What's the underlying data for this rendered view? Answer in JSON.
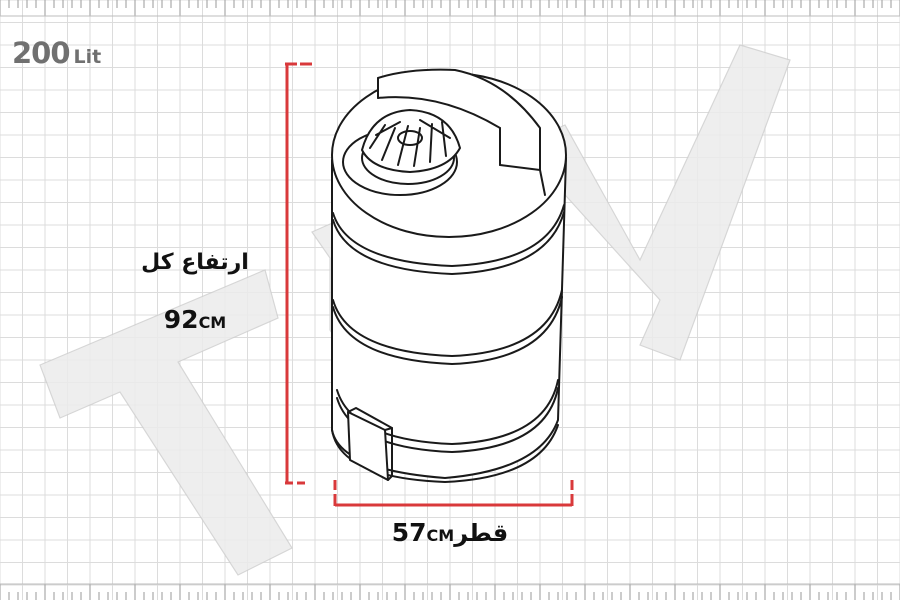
{
  "capacity": {
    "value": "200",
    "unit": "Lit"
  },
  "height": {
    "label": "ارتفاع کل",
    "value": "92",
    "unit": "CM"
  },
  "diameter": {
    "value": "57",
    "unit": "CM",
    "label": "قطر"
  },
  "watermark": "TPY",
  "colors": {
    "dimension": "#d9393b",
    "grid": "#dcdcdc",
    "text": "#111111",
    "capacity": "#707070",
    "watermark": "#e6e6e6"
  }
}
